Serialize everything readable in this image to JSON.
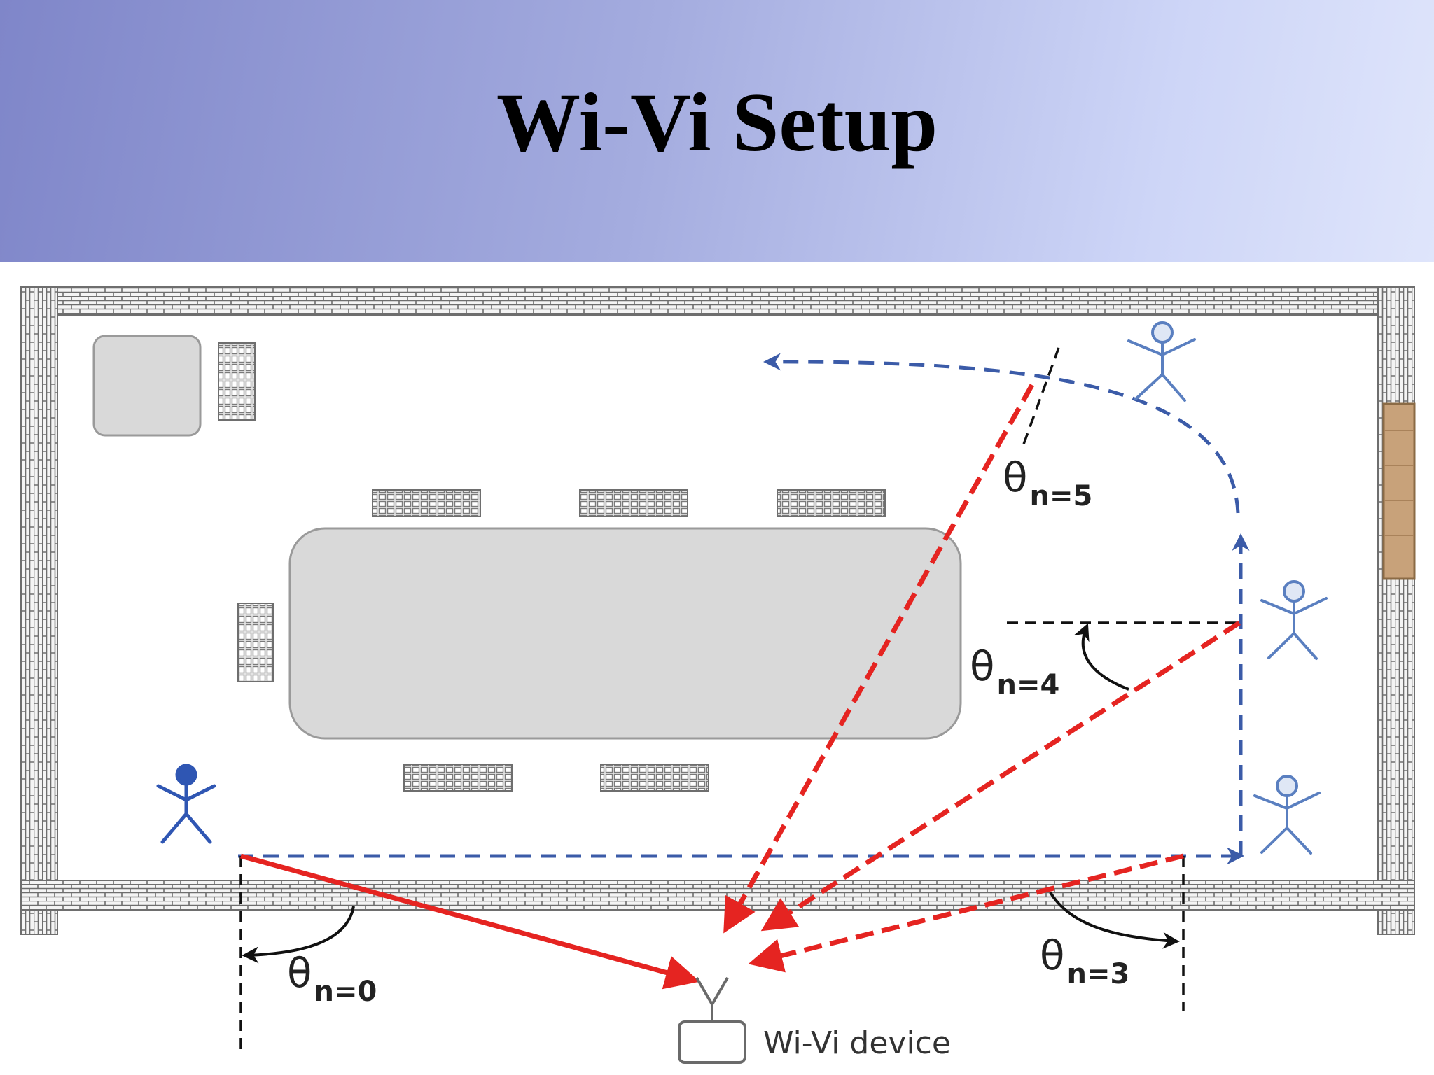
{
  "slide": {
    "title": "Wi-Vi Setup"
  },
  "diagram": {
    "angle_labels": [
      {
        "id": "n5",
        "symbol": "θ",
        "subscript": "n=5"
      },
      {
        "id": "n4",
        "symbol": "θ",
        "subscript": "n=4"
      },
      {
        "id": "n0",
        "symbol": "θ",
        "subscript": "n=0"
      },
      {
        "id": "n3",
        "symbol": "θ",
        "subscript": "n=3"
      }
    ],
    "device_label": "Wi-Vi device"
  },
  "colors": {
    "header_start": "#7f86c9",
    "header_end": "#dfe5fb",
    "brick": "#6e6e6e",
    "door": "#c8a27a",
    "table": "#d9d9d9",
    "blue_path": "#3b5ba8",
    "red_ray": "#e52421",
    "person_observer": "#2f56b3",
    "person_moving": "#5a7fc0"
  }
}
